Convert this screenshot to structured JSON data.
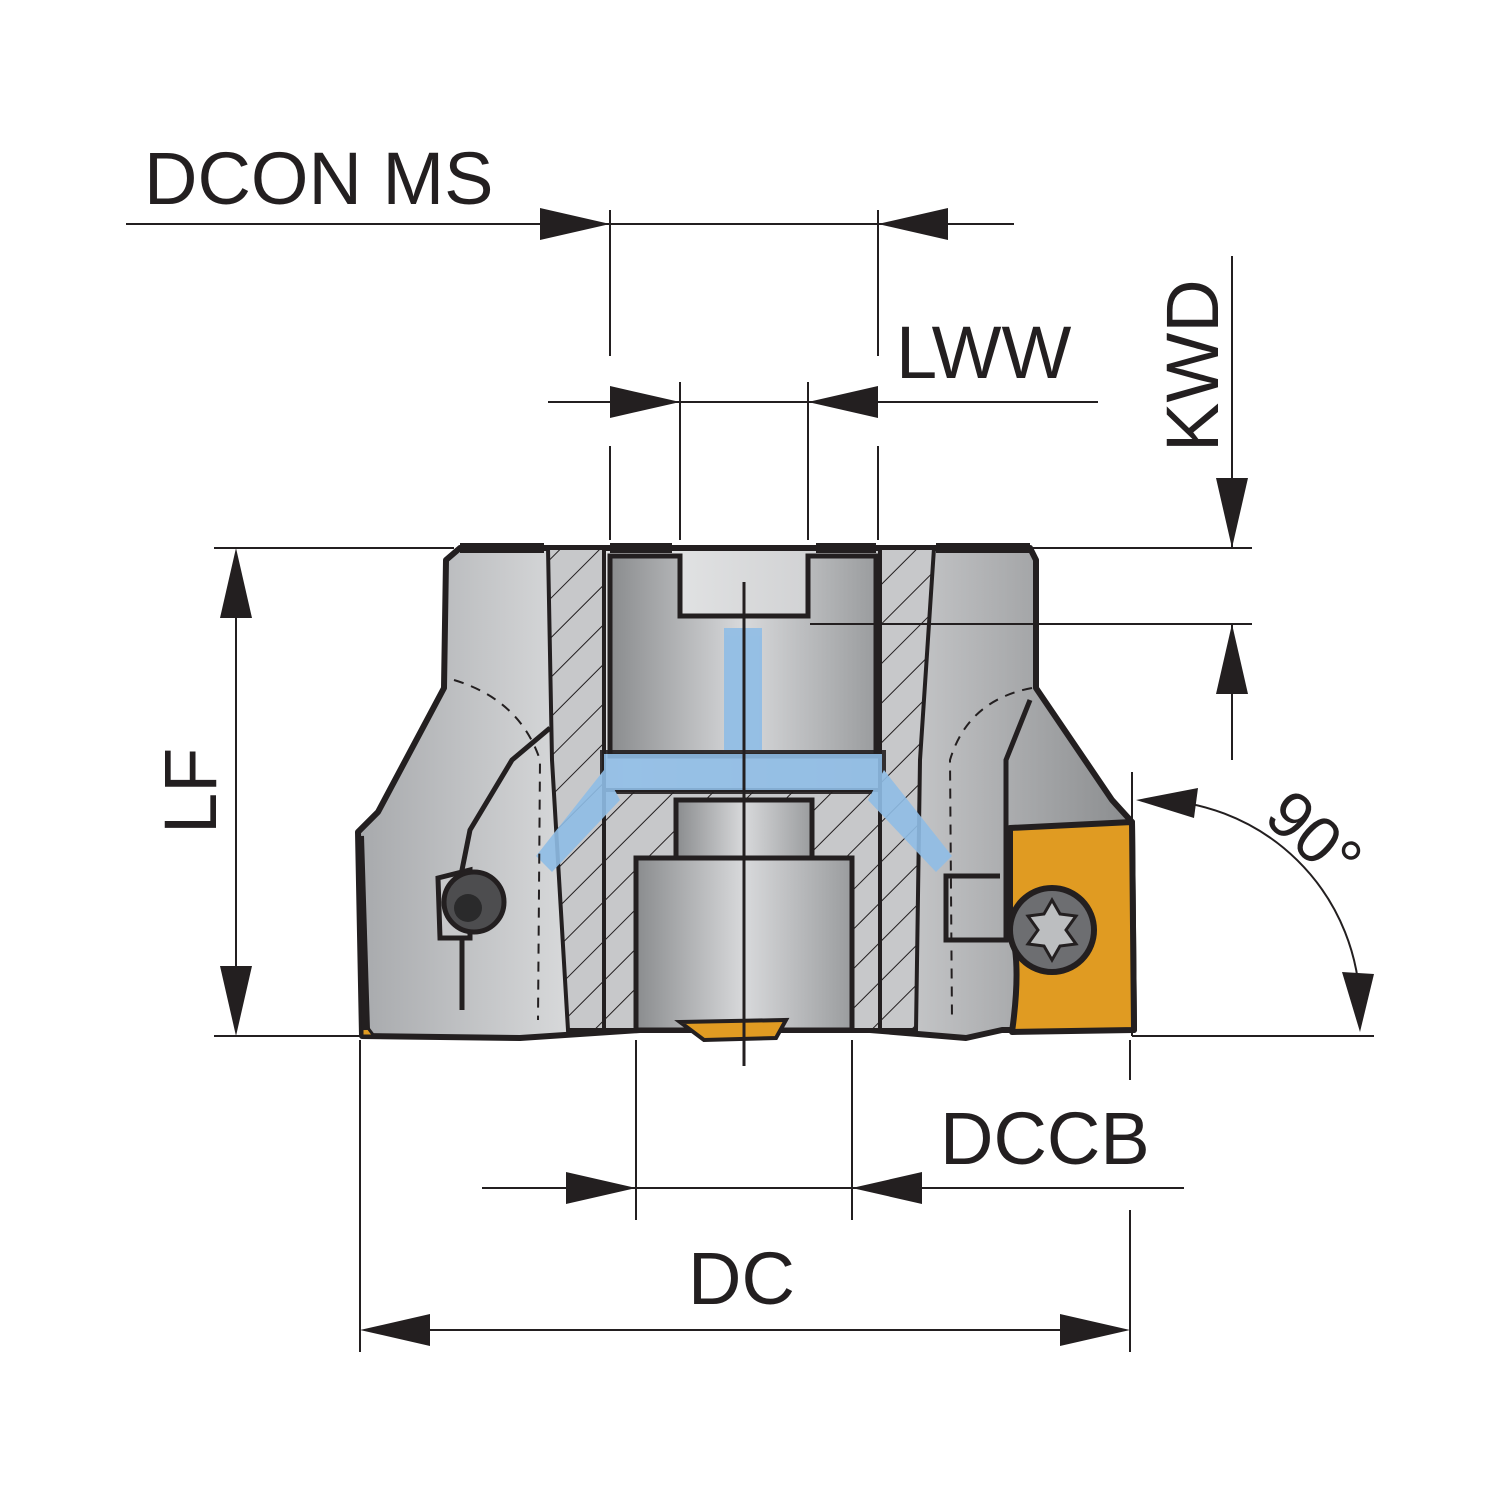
{
  "labels": {
    "dcon_ms": "DCON MS",
    "lww": "LWW",
    "kwd": "KWD",
    "lf": "LF",
    "angle": "90°",
    "dccb": "DCCB",
    "dc": "DC"
  },
  "colors": {
    "line": "#231f20",
    "steel_body": "#c7c8ca",
    "steel_light": "#e6e7e8",
    "coolant": "#8fbde6",
    "insert": "#e09b22",
    "screw": "#4d4d4f"
  }
}
